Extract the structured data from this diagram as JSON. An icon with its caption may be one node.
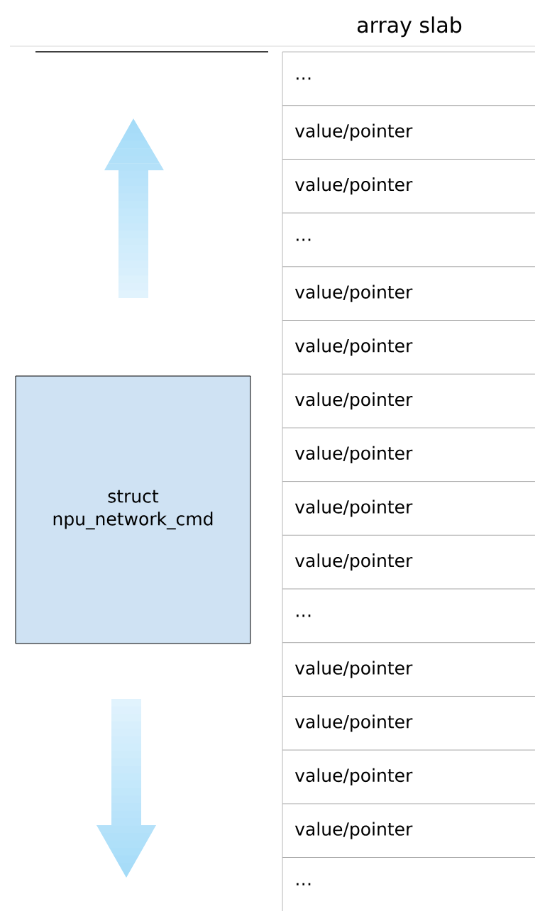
{
  "diagram": {
    "title": "array slab",
    "nodes": [
      {
        "text": [
          "struct npu_network_cmd"
        ]
      }
    ],
    "labels": [
      "…",
      "value/pointer",
      "value/pointer",
      "…",
      "value/pointer",
      "value/pointer",
      "value/pointer",
      "value/pointer",
      "value/pointer",
      "value/pointer",
      "…",
      "value/pointer",
      "value/pointer",
      "value/pointer",
      "value/pointer",
      "…"
    ]
  }
}
